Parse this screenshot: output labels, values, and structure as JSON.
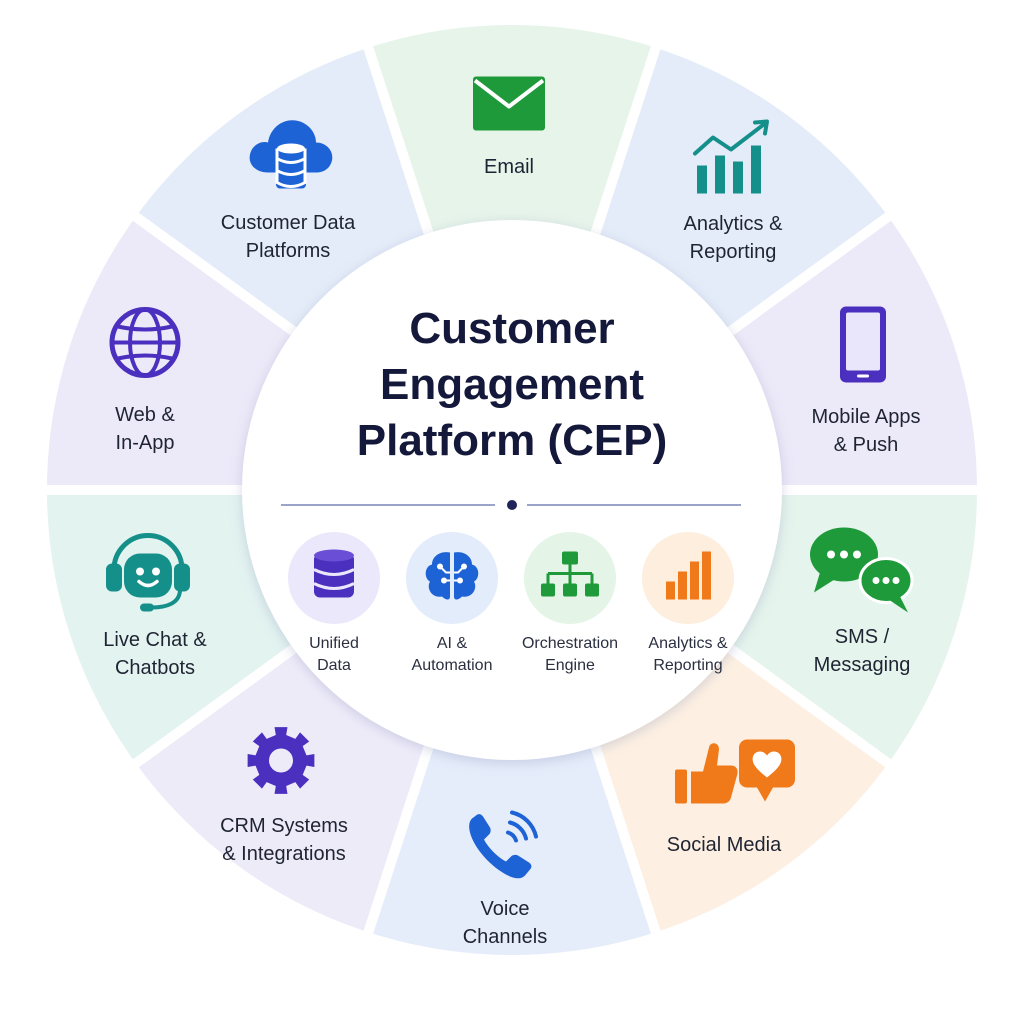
{
  "title": {
    "line1": "Customer",
    "line2": "Engagement",
    "line3": "Platform (CEP)"
  },
  "colors": {
    "title": "#14183a",
    "green": "#1f9a3a",
    "blue": "#1e63d6",
    "purple": "#4b2fbe",
    "teal": "#148f8a",
    "orange": "#f07a1a"
  },
  "channels": [
    {
      "id": "email",
      "line1": "Email",
      "line2": "",
      "icon": "envelope-icon"
    },
    {
      "id": "analytics",
      "line1": "Analytics &",
      "line2": "Reporting",
      "icon": "bar-chart-trend-icon"
    },
    {
      "id": "mobile",
      "line1": "Mobile Apps",
      "line2": "& Push",
      "icon": "smartphone-icon"
    },
    {
      "id": "sms",
      "line1": "SMS /",
      "line2": "Messaging",
      "icon": "chat-bubbles-icon"
    },
    {
      "id": "social",
      "line1": "Social Media",
      "line2": "",
      "icon": "thumbs-up-heart-icon"
    },
    {
      "id": "voice",
      "line1": "Voice",
      "line2": "Channels",
      "icon": "phone-icon"
    },
    {
      "id": "crm",
      "line1": "CRM Systems",
      "line2": "& Integrations",
      "icon": "gear-icon"
    },
    {
      "id": "chat",
      "line1": "Live Chat &",
      "line2": "Chatbots",
      "icon": "headset-bot-icon"
    },
    {
      "id": "web",
      "line1": "Web &",
      "line2": "In-App",
      "icon": "globe-icon"
    },
    {
      "id": "cdp",
      "line1": "Customer Data",
      "line2": "Platforms",
      "icon": "cloud-database-icon"
    }
  ],
  "core_capabilities": [
    {
      "id": "unified-data",
      "line1": "Unified",
      "line2": "Data",
      "icon": "database-icon"
    },
    {
      "id": "ai",
      "line1": "AI &",
      "line2": "Automation",
      "icon": "ai-brain-icon"
    },
    {
      "id": "orchestration",
      "line1": "Orchestration",
      "line2": "Engine",
      "icon": "hierarchy-icon"
    },
    {
      "id": "core-analytics",
      "line1": "Analytics &",
      "line2": "Reporting",
      "icon": "bar-chart-icon"
    }
  ]
}
